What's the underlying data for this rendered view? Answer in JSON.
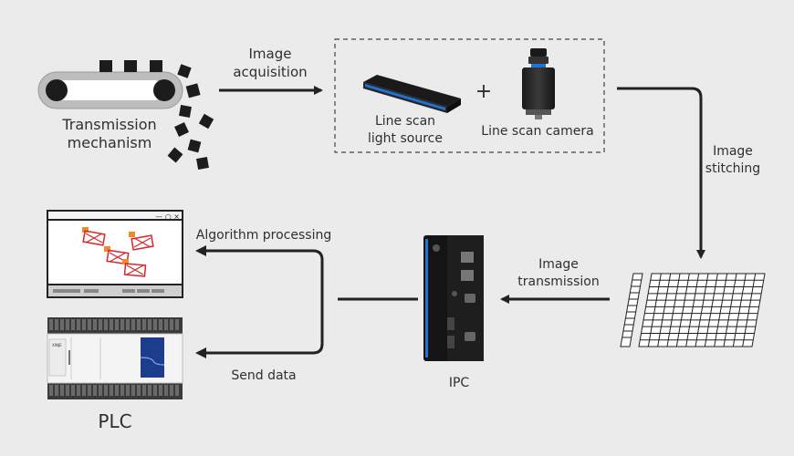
{
  "labels": {
    "transmission_line1": "Transmission",
    "transmission_line2": "mechanism",
    "acquisition_line1": "Image",
    "acquisition_line2": "acquisition",
    "light_source_line1": "Line scan",
    "light_source_line2": "light source",
    "plus": "+",
    "camera": "Line scan camera",
    "stitching_line1": "Image",
    "stitching_line2": "stitching",
    "transmission2_line1": "Image",
    "transmission2_line2": "transmission",
    "ipc": "IPC",
    "algorithm": "Algorithm processing",
    "send_data": "Send data",
    "plc": "PLC",
    "window_controls": "— ○ ×"
  },
  "colors": {
    "background": "#ebebeb",
    "ink": "#222222",
    "accent_blue": "#1f73d6",
    "defect_red": "#d9252c",
    "defect_orange": "#f08a2a"
  }
}
